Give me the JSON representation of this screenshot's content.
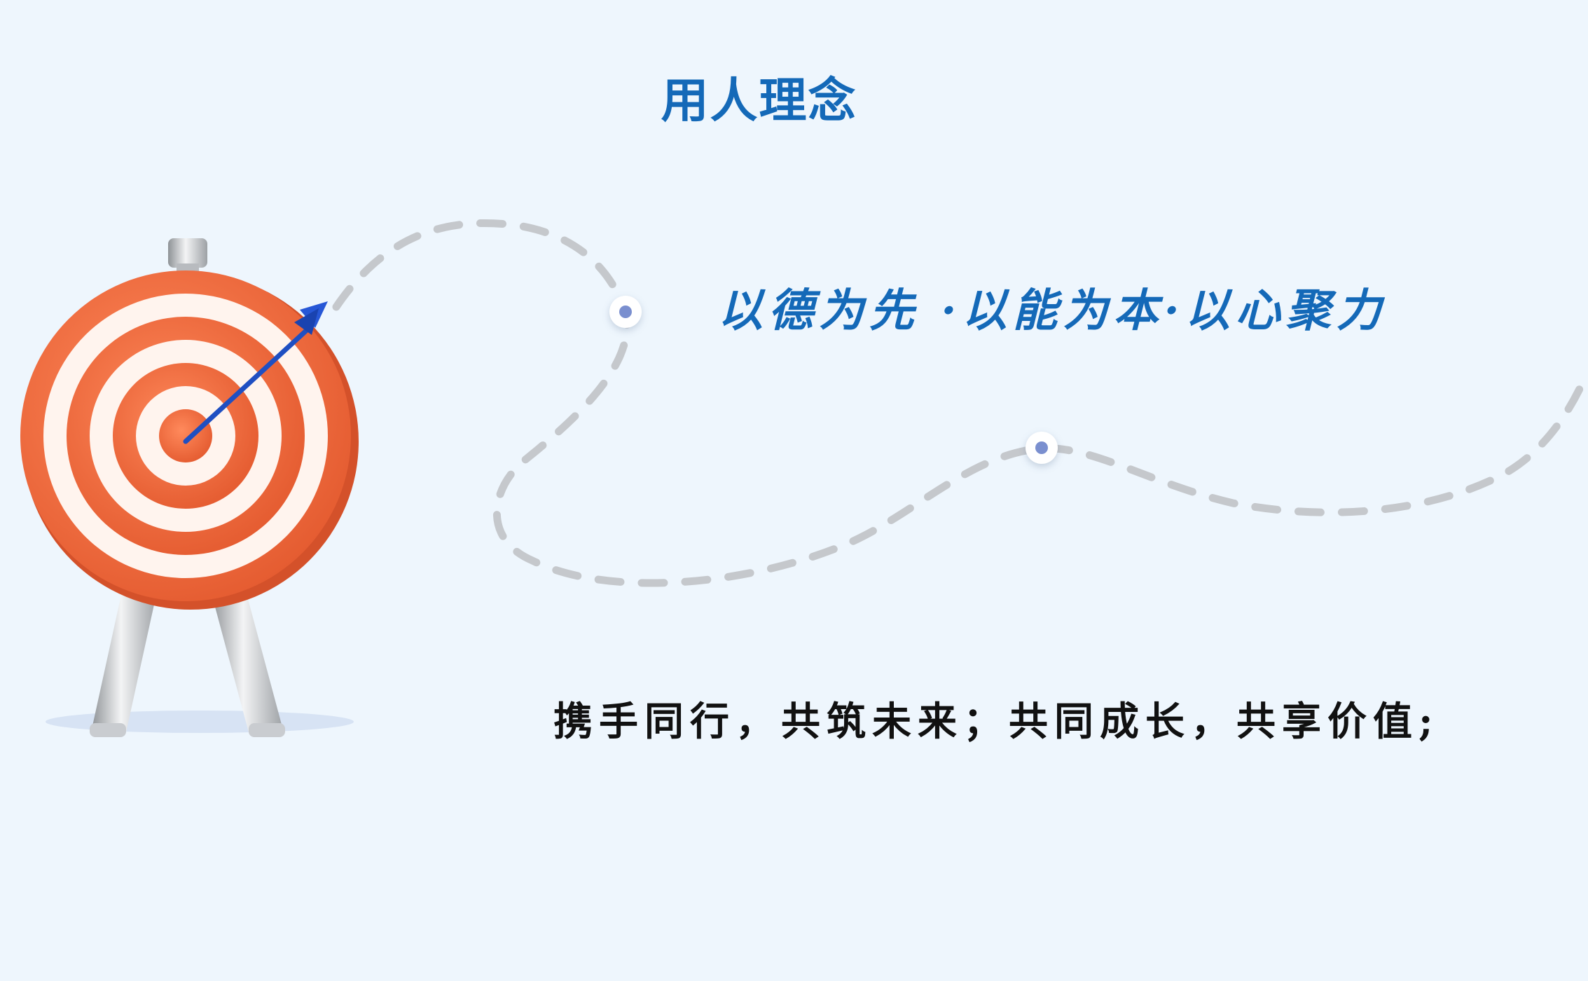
{
  "title": "用人理念",
  "motto": "以德为先 ·以能为本·以心聚力",
  "slogan": "携手同行，共筑未来；共同成长，共享价值;",
  "colors": {
    "background": "#eef6fd",
    "accent": "#1469b8",
    "target": "#ee6a3c",
    "path": "#c5c8cc",
    "node": "#7a8fcf"
  },
  "icons": [
    "target-icon",
    "arrow-icon"
  ]
}
